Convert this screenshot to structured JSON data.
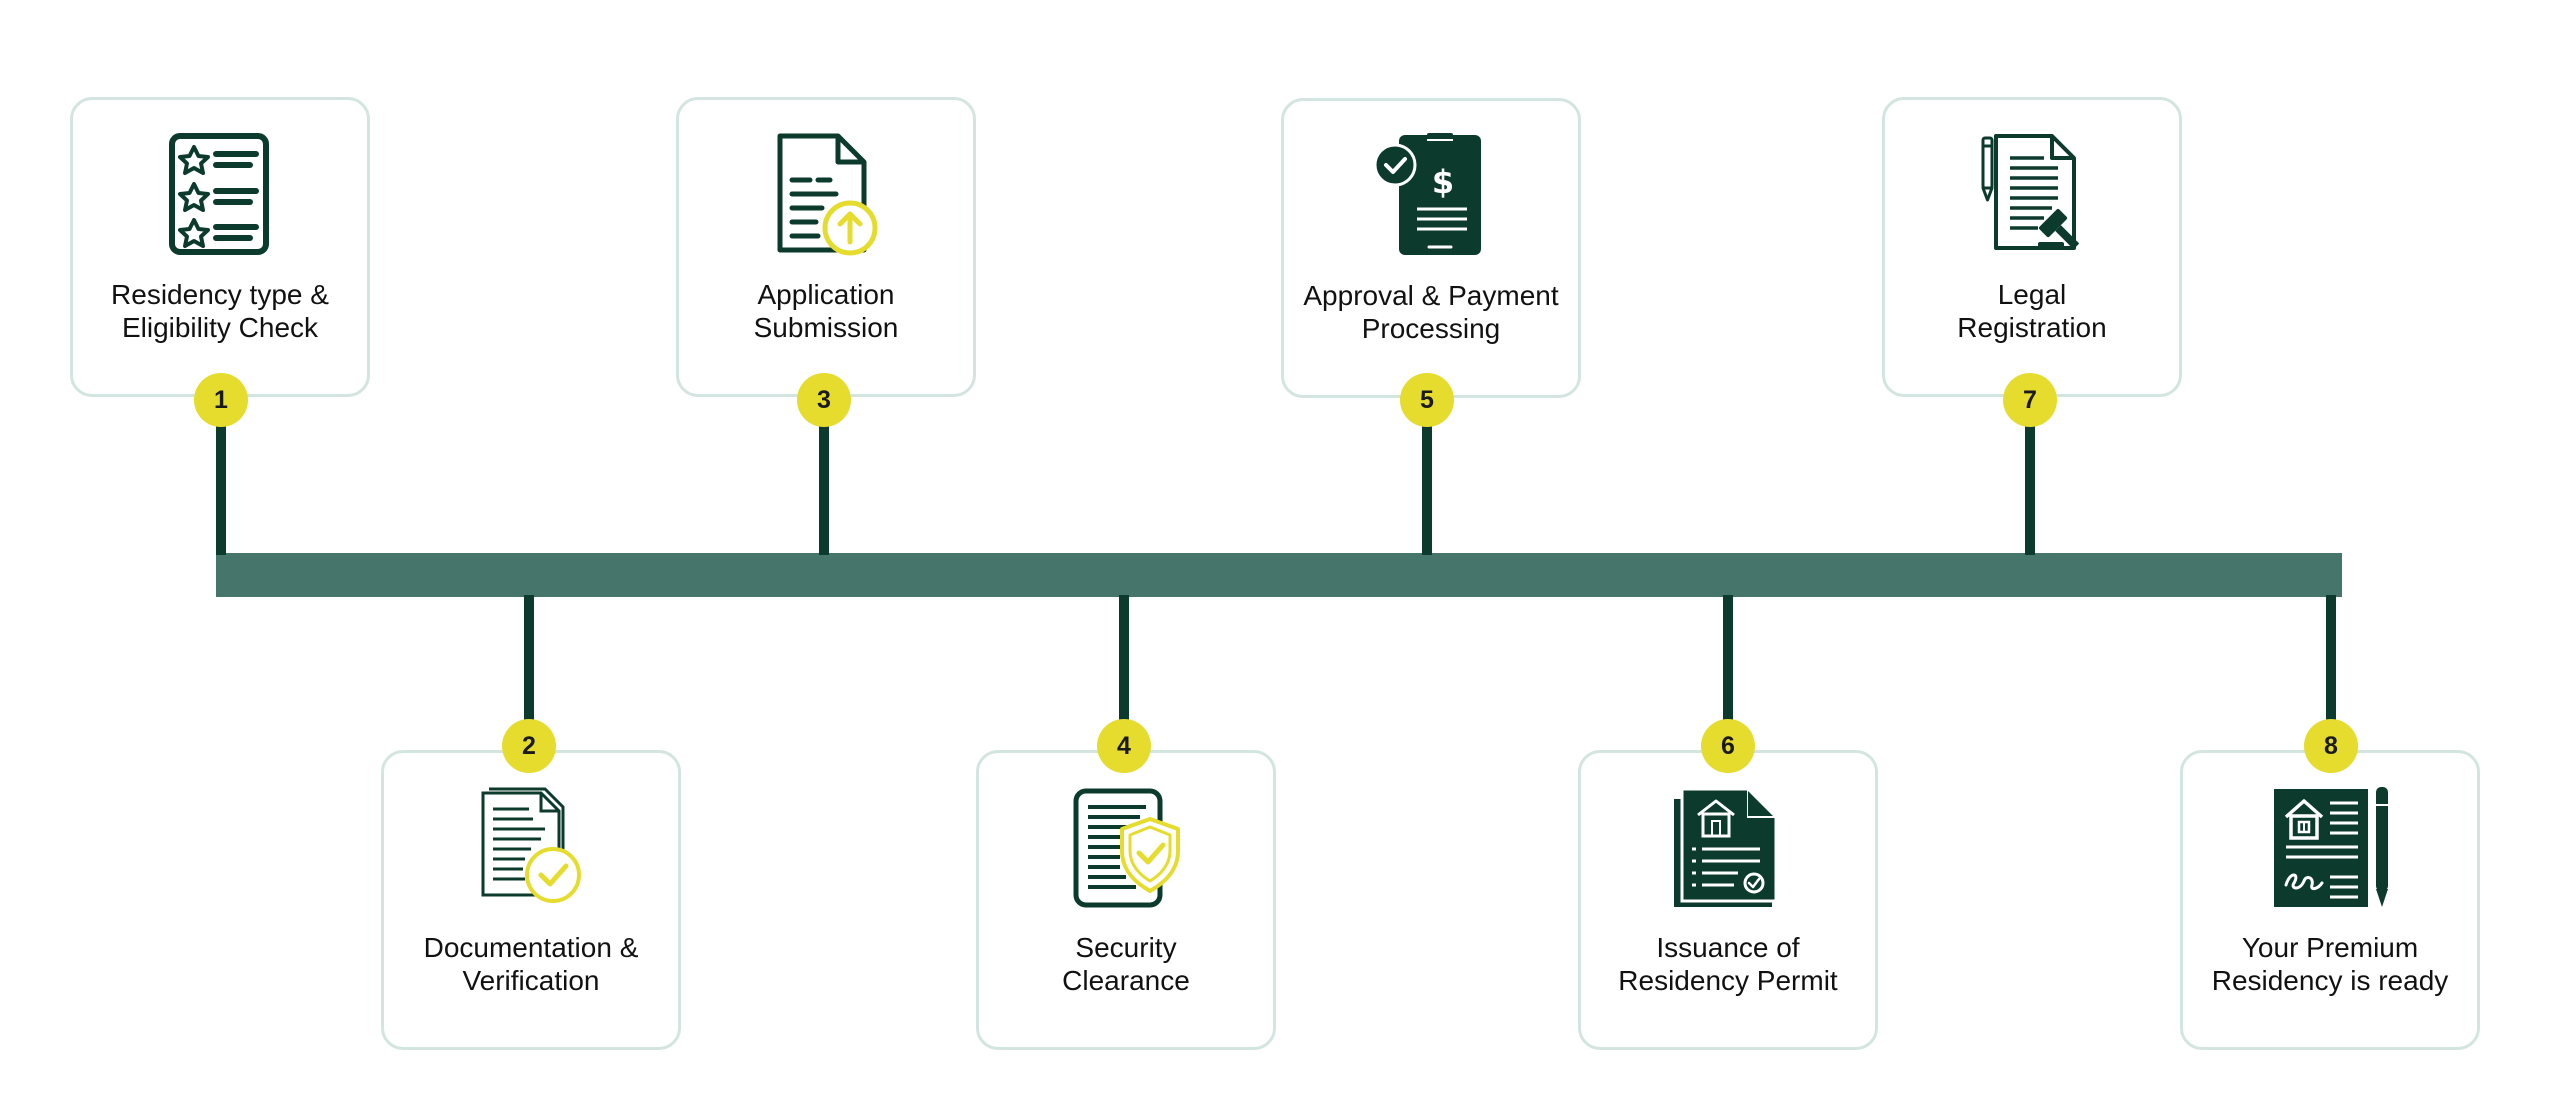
{
  "colors": {
    "accent": "#e6dc2e",
    "dark": "#0c3b2e",
    "bar": "#46756c",
    "card_border": "#d3e5e0"
  },
  "steps": [
    {
      "number": "1",
      "label": "Residency type &\nEligibility Check",
      "icon": "checklist-icon"
    },
    {
      "number": "2",
      "label": "Documentation &\nVerification",
      "icon": "document-check-icon"
    },
    {
      "number": "3",
      "label": "Application\nSubmission",
      "icon": "document-upload-icon"
    },
    {
      "number": "4",
      "label": "Security\nClearance",
      "icon": "document-shield-icon"
    },
    {
      "number": "5",
      "label": "Approval & Payment\nProcessing",
      "icon": "phone-payment-icon"
    },
    {
      "number": "6",
      "label": "Issuance of\nResidency Permit",
      "icon": "residency-permit-icon"
    },
    {
      "number": "7",
      "label": "Legal\nRegistration",
      "icon": "legal-document-gavel-icon"
    },
    {
      "number": "8",
      "label": "Your Premium\nResidency is ready",
      "icon": "signed-contract-pen-icon"
    }
  ]
}
